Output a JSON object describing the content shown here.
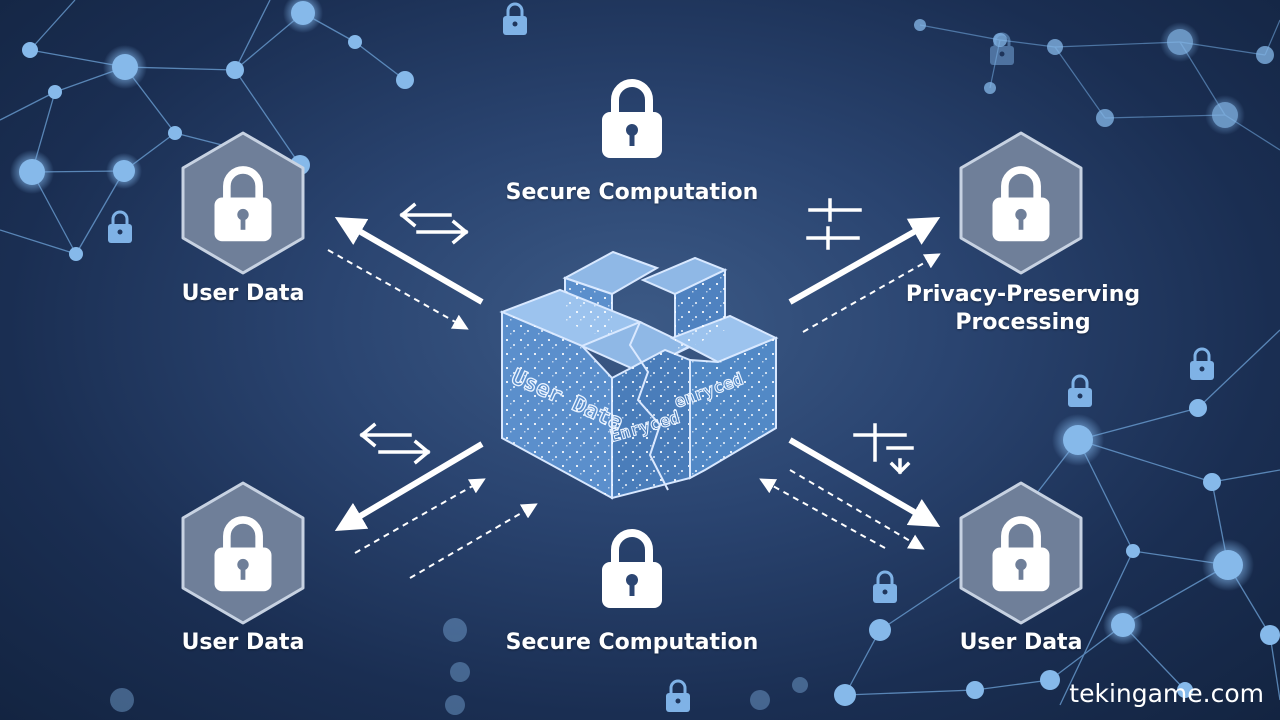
{
  "labels": {
    "user_data_top_left": "User Data",
    "user_data_bottom_left": "User Data",
    "user_data_bottom_right": "User Data",
    "secure_computation_top": "Secure Computation",
    "secure_computation_bottom": "Secure Computation",
    "privacy_line1": "Privacy-Preserving",
    "privacy_line2": "Processing"
  },
  "cube_text": {
    "front": "User Data",
    "side_left": "Enryced",
    "side_right": "enryced"
  },
  "watermark": "tekingame.com",
  "colors": {
    "background": "#1f365d",
    "hexagon_fill": "#6f7f99",
    "hexagon_stroke": "#c7d2e2",
    "cube_fill": "#5b8fcc",
    "network_node": "#7fb2e6",
    "arrow": "#ffffff"
  },
  "icons": [
    "lock-icon",
    "bidirectional-arrows-icon",
    "hexagon-lock-icon",
    "data-cube"
  ]
}
